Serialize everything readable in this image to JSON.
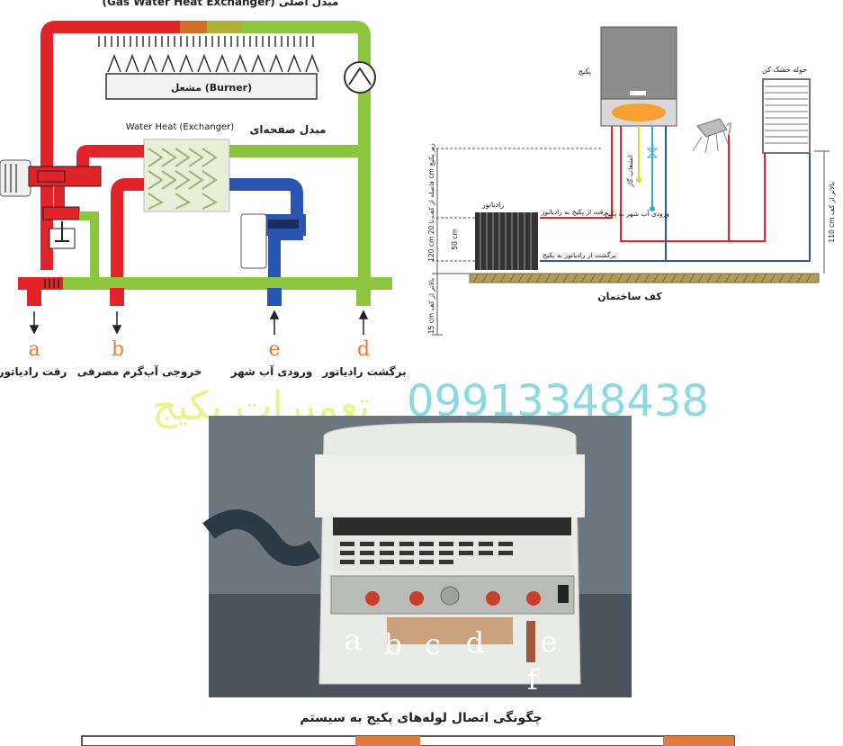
{
  "left_diagram": {
    "gas_exchanger_label": "(Gas Water Heat Exchanger) مبدل اصلی",
    "burner_label": "مشعل (Burner)",
    "plate_exchanger_en": "Water Heat (Exchanger)",
    "plate_exchanger_fa": "مبدل صفحه‌ای",
    "ports": [
      {
        "letter": "a",
        "label": "رفت رادیاتور",
        "direction": "out"
      },
      {
        "letter": "b",
        "label": "خروجی آب‌گرم مصرفی",
        "direction": "out"
      },
      {
        "letter": "e",
        "label": "ورودی آب شهر",
        "direction": "in"
      },
      {
        "letter": "d",
        "label": "برگشت رادیاتور",
        "direction": "in"
      }
    ]
  },
  "right_diagram": {
    "package_label": "پکیج",
    "towel_label": "حوله خشک کن",
    "radiator_label": "رادیاتور",
    "supply_label": "رفت از پکیج به رادیاتور",
    "return_label": "برگشت از رادیاتور به پکیج",
    "gas_label": "انشعاب گاز",
    "city_water_label": "ورودی آب شهر به پکیج",
    "floor_label": "کف ساختمان",
    "dim_120": "120 cm فاصله از کف تا 20 cm زیر پکیج",
    "dim_50": "50 cm",
    "dim_15": "15 cm بالاتر از کف",
    "dim_110": "110 cm بالاتر از کف"
  },
  "watermark": {
    "phone": "09913348438",
    "text": "تعمیرات پکیج"
  },
  "photo": {
    "labels": [
      "a",
      "b",
      "c",
      "d",
      "e",
      "f"
    ],
    "caption": "چگونگی اتصال لوله‌های پکیج به سیستم"
  },
  "colors": {
    "hot": "#e0242a",
    "return": "#8cc63f",
    "cold": "#2a56b0",
    "port_letter": "#e07b39",
    "watermark_phone": "#7fd6e0",
    "watermark_text": "#e8f07a"
  }
}
